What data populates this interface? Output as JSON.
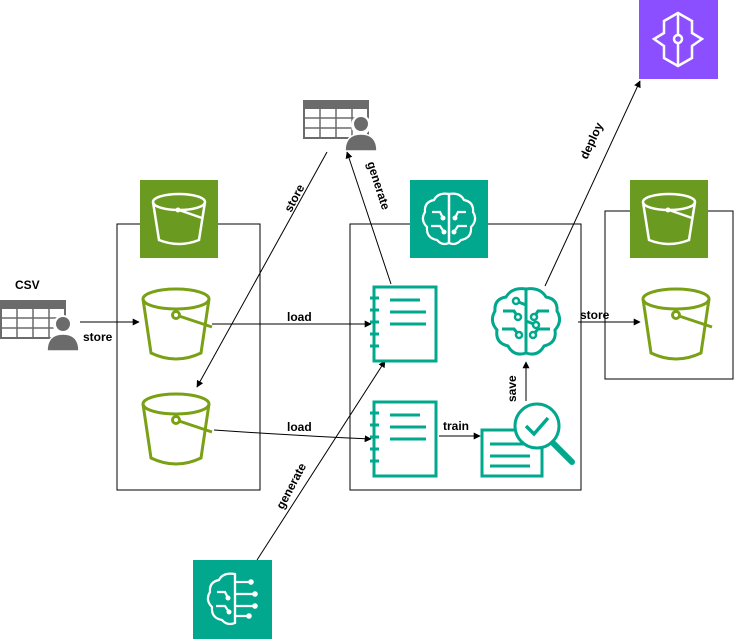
{
  "colors": {
    "s3_green": "#7AA116",
    "s3_tile": "#6A9A1F",
    "sagemaker_teal": "#01A88D",
    "bedrock_purple": "#8C4FFF",
    "table_gray": "#6B6B6B"
  },
  "nodes": {
    "csv_source": {
      "label": "CSV",
      "icon": "table-user-icon"
    },
    "shared_table": {
      "icon": "table-user-icon"
    },
    "s3_service_left": {
      "icon": "s3-bucket-icon"
    },
    "bucket_upper": {
      "icon": "bucket-icon"
    },
    "bucket_lower": {
      "icon": "bucket-icon"
    },
    "sagemaker_service": {
      "icon": "sagemaker-brain-icon"
    },
    "notebook_upper": {
      "icon": "notebook-icon"
    },
    "notebook_lower": {
      "icon": "notebook-icon"
    },
    "model_brain": {
      "icon": "ml-model-icon"
    },
    "evaluation": {
      "icon": "evaluation-search-icon"
    },
    "s3_service_right": {
      "icon": "s3-bucket-icon"
    },
    "bucket_right": {
      "icon": "bucket-icon"
    },
    "bedrock_service": {
      "icon": "bedrock-brain-icon"
    },
    "sagemaker_bottom": {
      "icon": "sagemaker-brain-icon"
    }
  },
  "edges": {
    "store_csv": "store",
    "store_table": "store",
    "generate_top": "generate",
    "load_upper": "load",
    "load_lower": "load",
    "train": "train",
    "save": "save",
    "store_model": "store",
    "deploy": "deploy",
    "generate_bottom": "generate"
  }
}
